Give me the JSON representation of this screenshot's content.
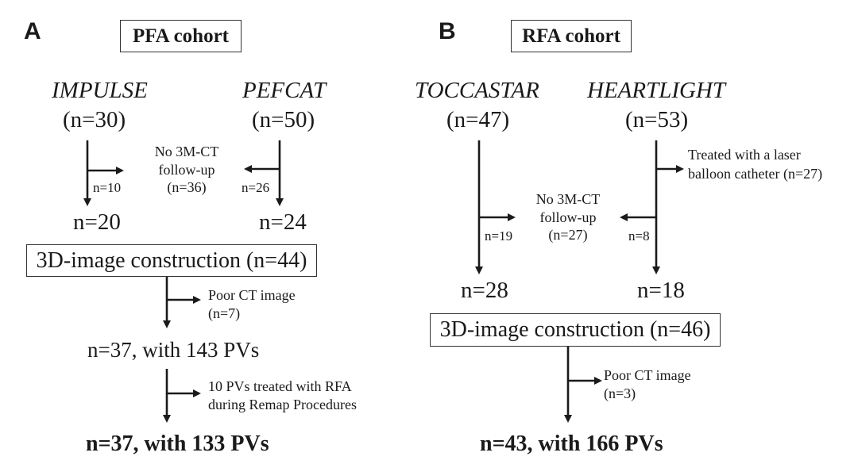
{
  "panel_a": {
    "letter": "A",
    "cohort_title": "PFA cohort",
    "study_left": {
      "name": "IMPULSE",
      "n": "(n=30)"
    },
    "study_right": {
      "name": "PEFCAT",
      "n": "(n=50)"
    },
    "exclusion_center": {
      "line1": "No 3M-CT",
      "line2": "follow-up",
      "line3": "(n=36)"
    },
    "left_excluded": "n=10",
    "right_excluded": "n=26",
    "left_remaining": "n=20",
    "right_remaining": "n=24",
    "construction": "3D-image construction (n=44)",
    "poor_ct": {
      "line1": "Poor CT image",
      "line2": "(n=7)"
    },
    "after_poor_ct": "n=37, with 143 PVs",
    "rfa_exclusion": {
      "line1": "10 PVs treated with RFA",
      "line2": "during Remap Procedures"
    },
    "final": "n=37, with 133 PVs"
  },
  "panel_b": {
    "letter": "B",
    "cohort_title": "RFA cohort",
    "study_left": {
      "name": "TOCCASTAR",
      "n": "(n=47)"
    },
    "study_right": {
      "name": "HEARTLIGHT",
      "n": "(n=53)"
    },
    "laser": {
      "line1": "Treated with a laser",
      "line2": "balloon catheter (n=27)"
    },
    "exclusion_center": {
      "line1": "No 3M-CT",
      "line2": "follow-up",
      "line3": "(n=27)"
    },
    "left_excluded": "n=19",
    "right_excluded": "n=8",
    "left_remaining": "n=28",
    "right_remaining": "n=18",
    "construction": "3D-image construction (n=46)",
    "poor_ct": {
      "line1": "Poor CT image",
      "line2": "(n=3)"
    },
    "final": "n=43, with 166 PVs"
  }
}
